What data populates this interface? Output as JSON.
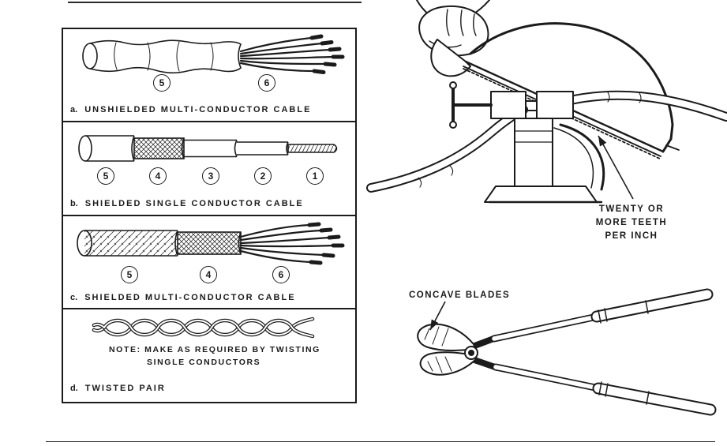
{
  "page": {
    "background": "#ffffff",
    "ink": "#1b1b1b"
  },
  "cable_panel": {
    "sections": [
      {
        "prefix": "a.",
        "title": "UNSHIELDED MULTI-CONDUCTOR CABLE",
        "callouts": [
          "5",
          "6"
        ]
      },
      {
        "prefix": "b.",
        "title": "SHIELDED SINGLE CONDUCTOR CABLE",
        "callouts": [
          "5",
          "4",
          "3",
          "2",
          "1"
        ]
      },
      {
        "prefix": "c.",
        "title": "SHIELDED MULTI-CONDUCTOR CABLE",
        "callouts": [
          "5",
          "4",
          "6"
        ]
      },
      {
        "prefix": "d.",
        "title": "TWISTED PAIR",
        "note_lines": [
          "NOTE: MAKE AS REQUIRED BY TWISTING",
          "SINGLE CONDUCTORS"
        ]
      }
    ]
  },
  "hacksaw": {
    "caption_lines": [
      "TWENTY OR",
      "MORE TEETH",
      "PER INCH"
    ]
  },
  "cutters": {
    "caption": "CONCAVE BLADES"
  }
}
